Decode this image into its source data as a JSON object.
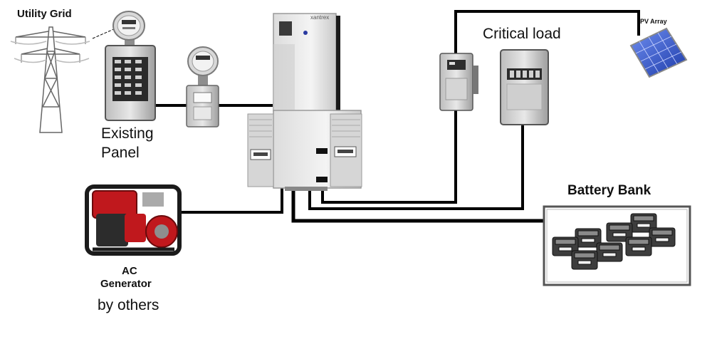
{
  "labels": {
    "utility_grid": "Utility Grid",
    "existing_panel_line1": "Existing",
    "existing_panel_line2": "Panel",
    "critical_load": "Critical load",
    "pv_array": "PV Array",
    "battery_bank": "Battery Bank",
    "generator_line1": "AC",
    "generator_line2": "Generator",
    "generator_by": "by others",
    "inverter_brand": "xantrex"
  },
  "colors": {
    "wire": "#000000",
    "equipment_light": "#e6e6e6",
    "equipment_dark": "#8a8a8a",
    "generator_red": "#c0181d",
    "pv_blue": "#2b52c8"
  },
  "icons": [
    "transmission-tower-icon",
    "electric-meter-icon",
    "breaker-panel-icon",
    "disconnect-switch-icon",
    "inverter-icon",
    "charge-controller-icon",
    "pv-panel-icon",
    "generator-icon",
    "battery-icon"
  ]
}
